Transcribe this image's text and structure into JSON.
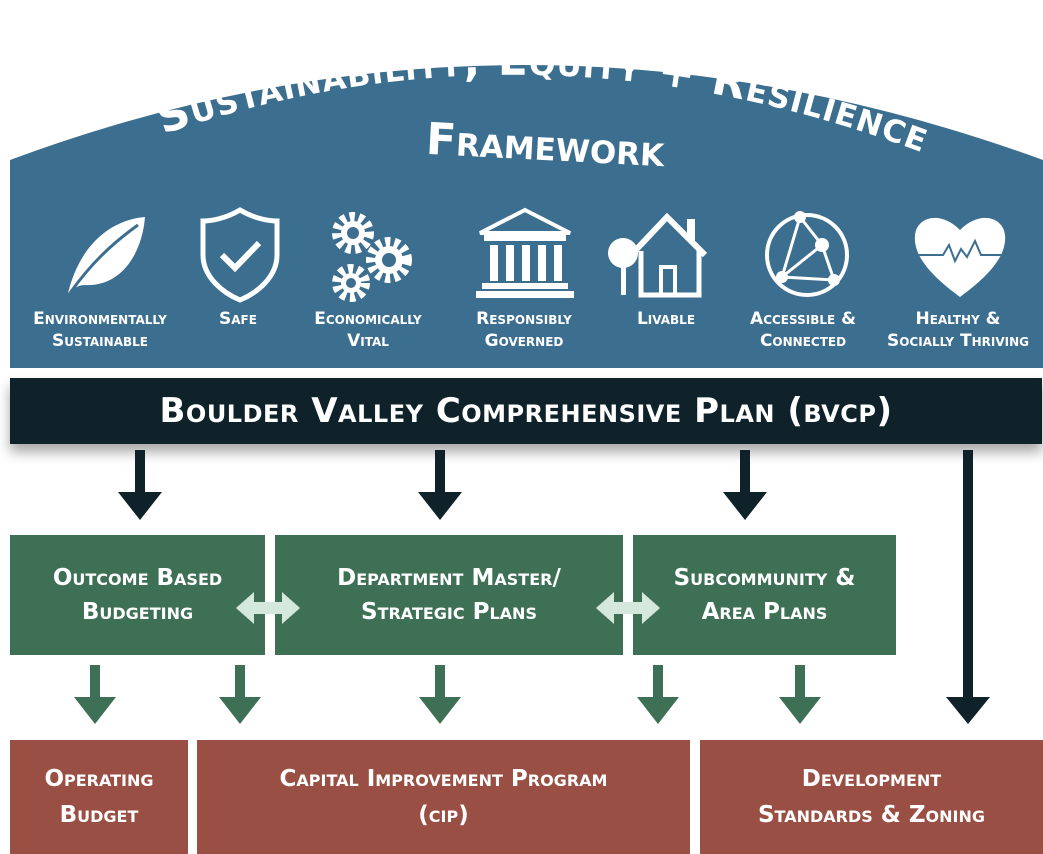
{
  "header": {
    "title_line1": "Sustainability, Equity + Resilience",
    "title_line2": "Framework"
  },
  "pillars": [
    {
      "icon": "leaf-icon",
      "line1": "Environmentally",
      "line2": "Sustainable"
    },
    {
      "icon": "shield-check-icon",
      "line1": "Safe",
      "line2": ""
    },
    {
      "icon": "gears-icon",
      "line1": "Economically",
      "line2": "Vital"
    },
    {
      "icon": "government-building-icon",
      "line1": "Responsibly",
      "line2": "Governed"
    },
    {
      "icon": "house-tree-icon",
      "line1": "Livable",
      "line2": ""
    },
    {
      "icon": "network-icon",
      "line1": "Accessible &",
      "line2": "Connected"
    },
    {
      "icon": "heart-pulse-icon",
      "line1": "Healthy &",
      "line2": "Socially Thriving"
    }
  ],
  "bvcp": {
    "label": "Boulder Valley Comprehensive Plan (bvcp)"
  },
  "plans": [
    {
      "line1": "Outcome Based",
      "line2": "Budgeting"
    },
    {
      "line1": "Department Master/",
      "line2": "Strategic Plans"
    },
    {
      "line1": "Subcommunity &",
      "line2": "Area Plans"
    }
  ],
  "outputs": [
    {
      "line1": "Operating",
      "line2": "Budget"
    },
    {
      "line1": "Capital Improvement Program",
      "line2": "(cip)"
    },
    {
      "line1": "Development",
      "line2": "Standards & Zoning"
    }
  ],
  "colors": {
    "dome": "#3c6e90",
    "bvcp_band": "#0f2229",
    "plans": "#3e7055",
    "outputs": "#9a4f44",
    "double_arrow": "#d5e8dc"
  }
}
